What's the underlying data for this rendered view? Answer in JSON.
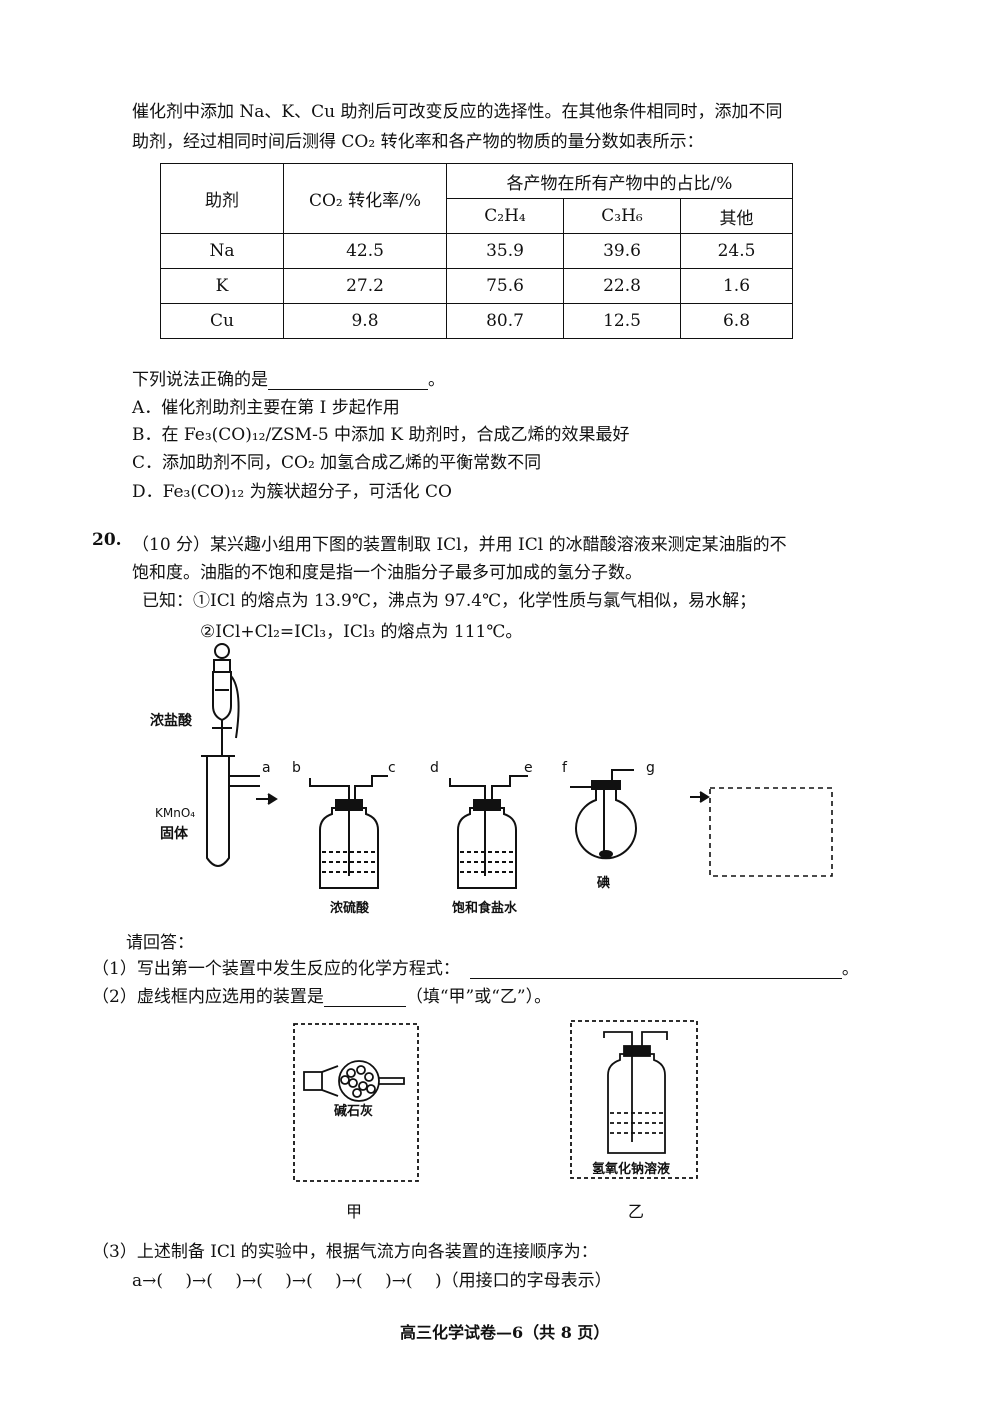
{
  "intro": {
    "line1": "催化剂中添加 Na、K、Cu 助剂后可改变反应的选择性。在其他条件相同时，添加不同",
    "line2": "助剂，经过相同时间后测得 CO₂ 转化率和各产物的物质的量分数如表所示："
  },
  "table": {
    "h_agent": "助剂",
    "h_conv": "CO₂ 转化率/%",
    "h_products": "各产物在所有产物中的占比/%",
    "h_c2h4": "C₂H₄",
    "h_c3h6": "C₃H₆",
    "h_other": "其他",
    "rows": [
      {
        "agent": "Na",
        "conv": "42.5",
        "c2h4": "35.9",
        "c3h6": "39.6",
        "other": "24.5"
      },
      {
        "agent": "K",
        "conv": "27.2",
        "c2h4": "75.6",
        "c3h6": "22.8",
        "other": "1.6"
      },
      {
        "agent": "Cu",
        "conv": "9.8",
        "c2h4": "80.7",
        "c3h6": "12.5",
        "other": "6.8"
      }
    ]
  },
  "q19": {
    "prompt_a": "下列说法正确的是",
    "prompt_b": "。",
    "opt_a": "A．催化剂助剂主要在第 I 步起作用",
    "opt_b": "B．在 Fe₃(CO)₁₂/ZSM-5 中添加 K 助剂时，合成乙烯的效果最好",
    "opt_c": "C．添加助剂不同，CO₂ 加氢合成乙烯的平衡常数不同",
    "opt_d": "D．Fe₃(CO)₁₂ 为簇状超分子，可活化 CO"
  },
  "q20": {
    "num": "20.",
    "line1": "（10 分）某兴趣小组用下图的装置制取 ICl，并用 ICl 的冰醋酸溶液来测定某油脂的不",
    "line2": "饱和度。油脂的不饱和度是指一个油脂分子最多可加成的氢分子数。",
    "known1": "已知：①ICl 的熔点为 13.9℃，沸点为 97.4℃，化学性质与氯气相似，易水解；",
    "known2": "②ICl+Cl₂=ICl₃，ICl₃ 的熔点为 111℃。"
  },
  "diagram": {
    "label_hcl": "浓盐酸",
    "label_kmno4_1": "KMnO₄",
    "label_kmno4_2": "固体",
    "ports": [
      "a",
      "b",
      "c",
      "d",
      "e",
      "f",
      "g"
    ],
    "label_h2so4": "浓硫酸",
    "label_nacl": "饱和食盐水",
    "label_iodine": "碘"
  },
  "questions": {
    "answer_intro": "请回答：",
    "q1": "（1）写出第一个装置中发生反应的化学方程式：",
    "q1_end": "。",
    "q2": "（2）虚线框内应选用的装置是",
    "q2_end": "（填“甲”或“乙”）。",
    "q3": "（3）上述制备 ICl 的实验中，根据气流方向各装置的连接顺序为：",
    "q3_seq": "a→(　 )→(　 )→(　 )→(　 )→(　 )→(　 )（用接口的字母表示）"
  },
  "options_fig": {
    "label_jia_reagent": "碱石灰",
    "label_yi_reagent": "氢氧化钠溶液",
    "label_jia": "甲",
    "label_yi": "乙"
  },
  "footer": "高三化学试卷—6（共 8 页）"
}
